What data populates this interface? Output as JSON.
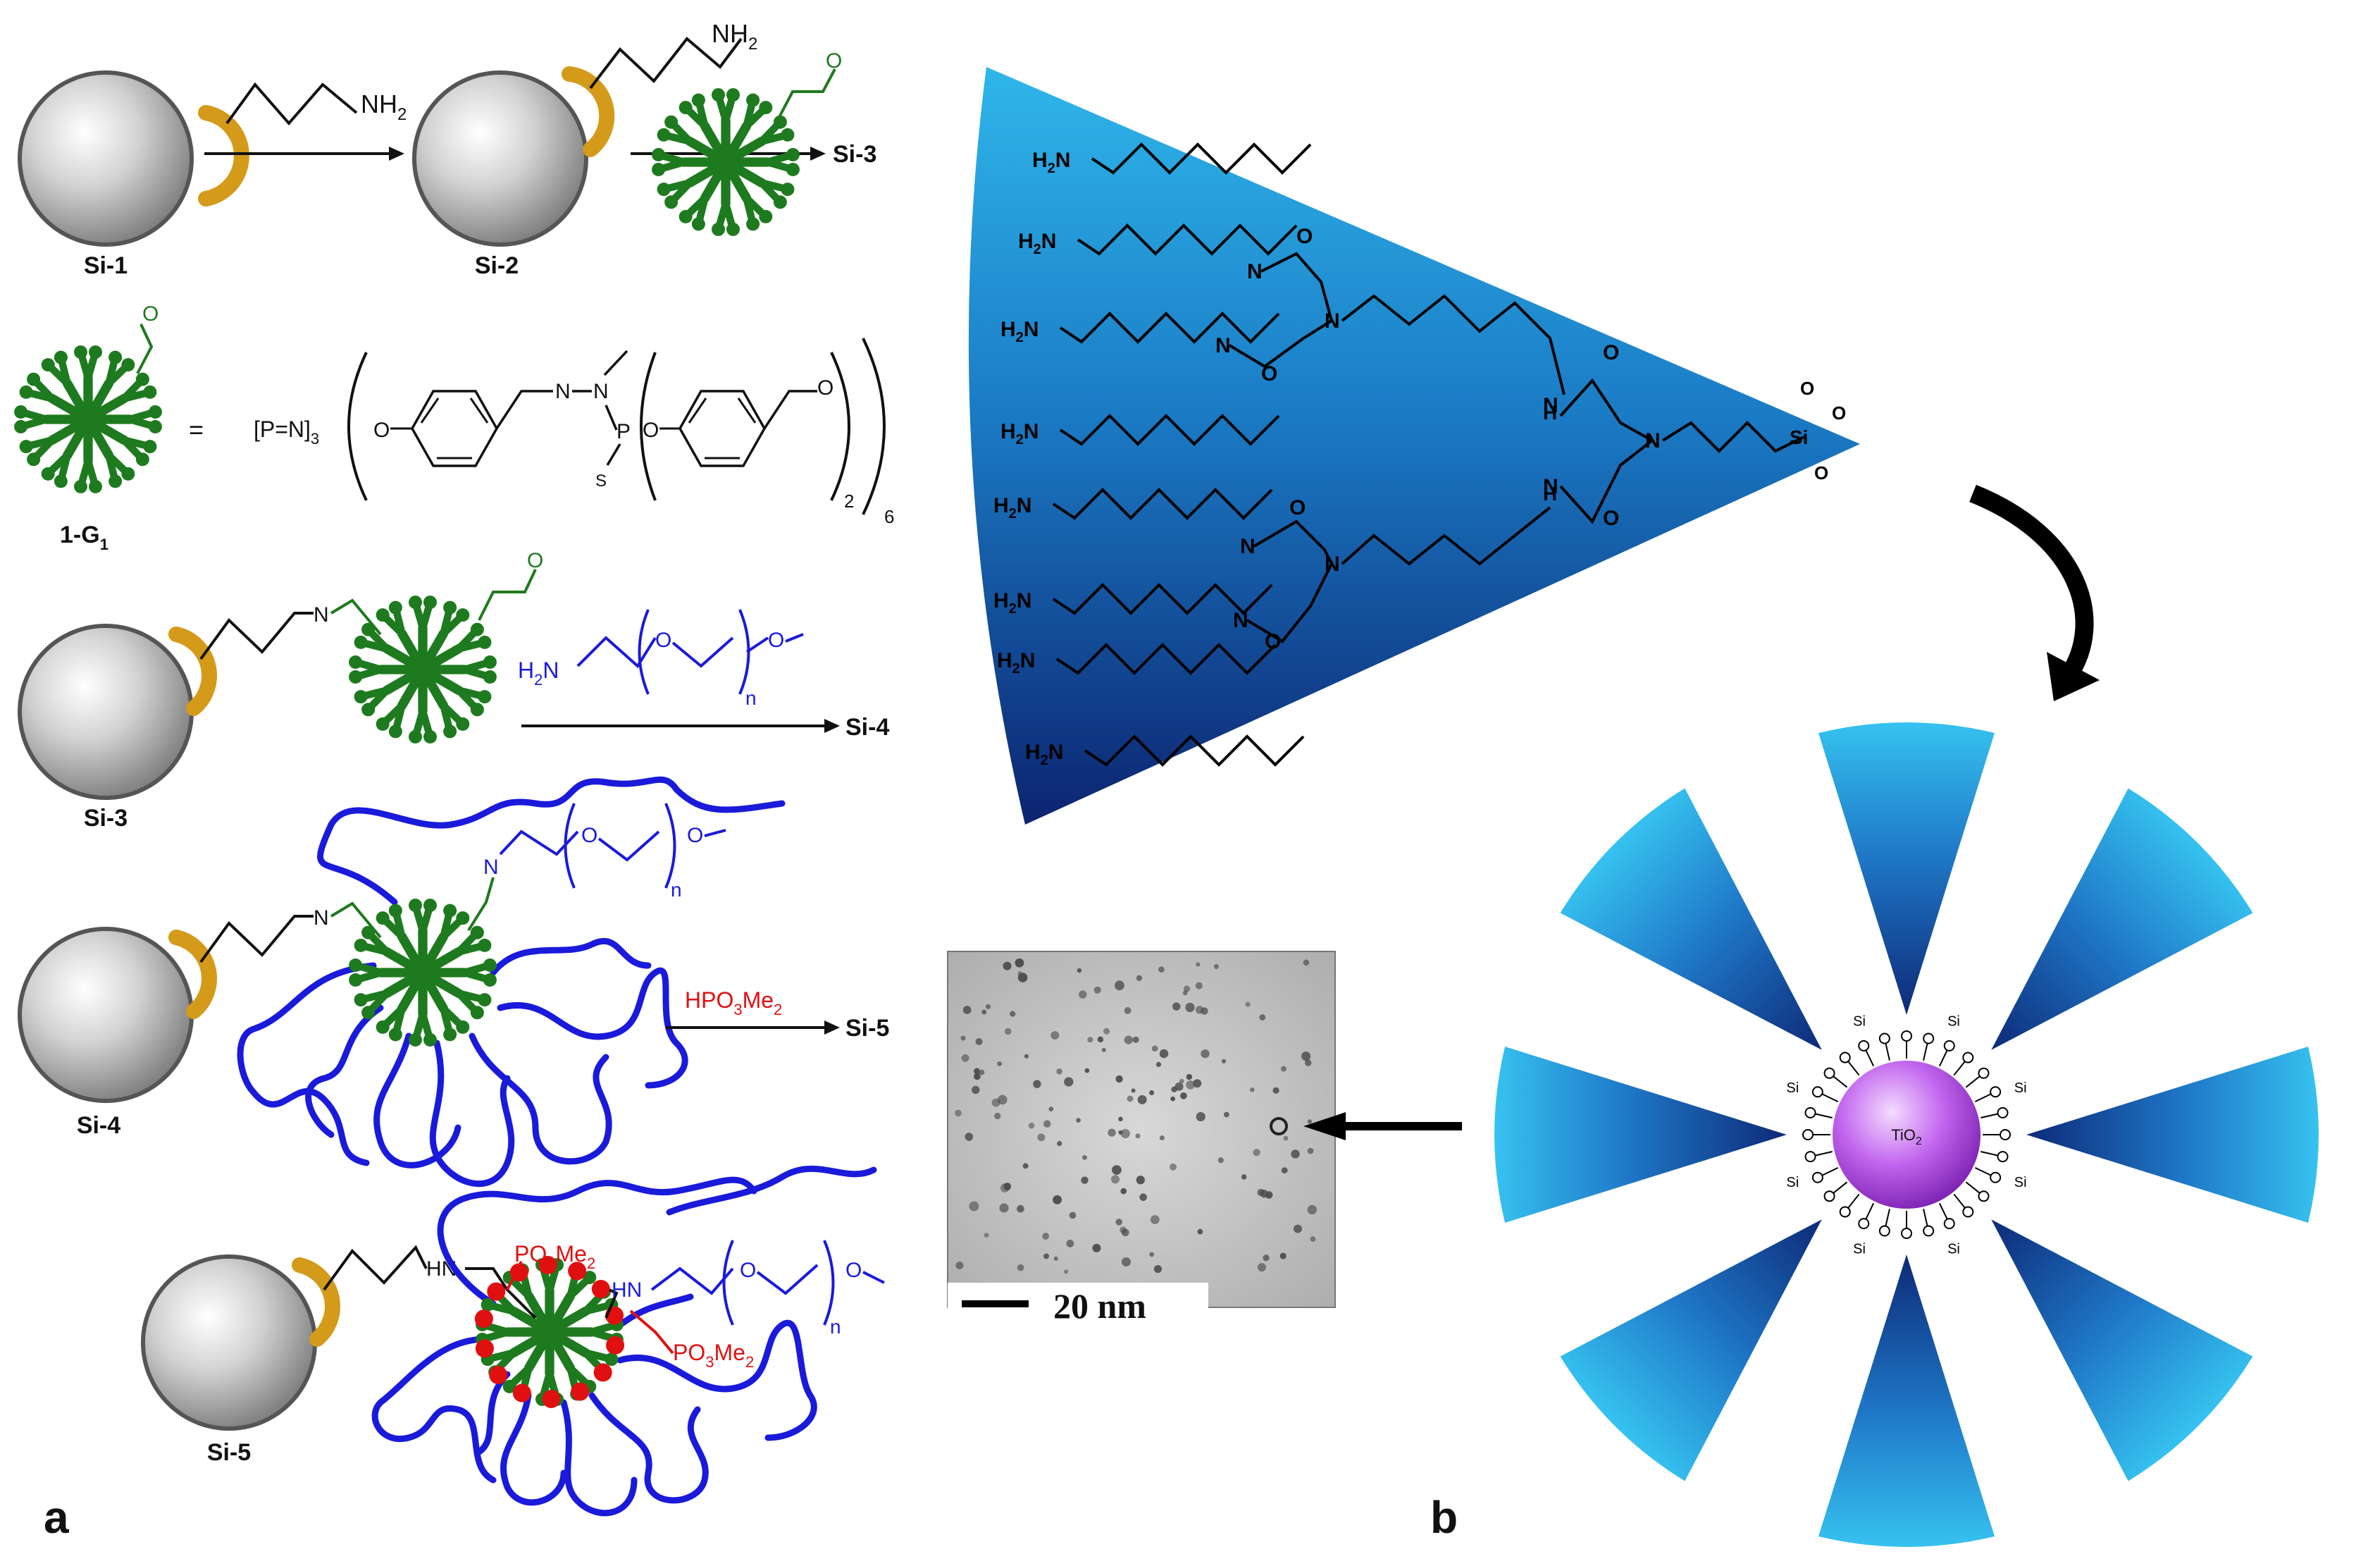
{
  "panel_a": {
    "letter": "a",
    "particles": [
      "Si-1",
      "Si-2",
      "Si-3",
      "Si-4",
      "Si-5"
    ],
    "nh2": "NH",
    "sub2": "2",
    "arrow_products": [
      "Si-3",
      "Si-4",
      "Si-5"
    ],
    "g1_label": "1-G",
    "g1_sub": "1",
    "equals": "=",
    "pn": "[P=N]",
    "pn_sub": "3",
    "sub_outer_2": "2",
    "sub_outer_6": "6",
    "O": "O",
    "N": "N",
    "P": "P",
    "S": "S",
    "h2n": "H",
    "n": "n",
    "reagent_pre": "HPO",
    "reagent_sub": "3",
    "reagent_post": "Me",
    "reagent_sub2": "2",
    "po3me2": "PO",
    "HN": "HN"
  },
  "panel_b": {
    "letter": "b",
    "scale_bar": "20 nm",
    "core": "TiO",
    "core_sub": "2",
    "si": "Si",
    "o": "O",
    "H2N": "H",
    "h": "H"
  },
  "colors": {
    "green": "#1e7a1e",
    "blue": "#1a1adb",
    "red": "#e01010",
    "gold": "#d49a1a",
    "cone_light": "#2ab4e8",
    "cone_dark": "#0d2a78",
    "core": "#b74ee0"
  }
}
